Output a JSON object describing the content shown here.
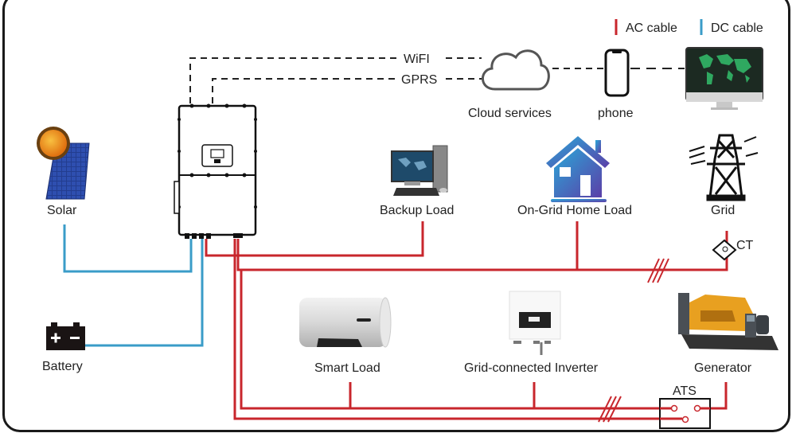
{
  "legend": {
    "ac_label": "AC cable",
    "dc_label": "DC cable",
    "ac_color": "#c8262c",
    "dc_color": "#3a9cc8"
  },
  "comm": {
    "wifi_label": "WiFI",
    "gprs_label": "GPRS"
  },
  "devices": {
    "cloud": "Cloud services",
    "phone": "phone",
    "solar": "Solar",
    "battery": "Battery",
    "backup_load": "Backup Load",
    "home_load": "On-Grid Home Load",
    "grid": "Grid",
    "ct": "CT",
    "smart_load": "Smart Load",
    "grid_inverter": "Grid-connected Inverter",
    "generator": "Generator",
    "ats": "ATS"
  },
  "colors": {
    "house_gradient_start": "#2aa8d8",
    "house_gradient_end": "#5b3fa8",
    "solar_panel": "#233d8f",
    "sun": "#f0a020",
    "monitor_screen": "#1c2a22",
    "map_green": "#2fa860",
    "generator_body": "#e8a020"
  }
}
